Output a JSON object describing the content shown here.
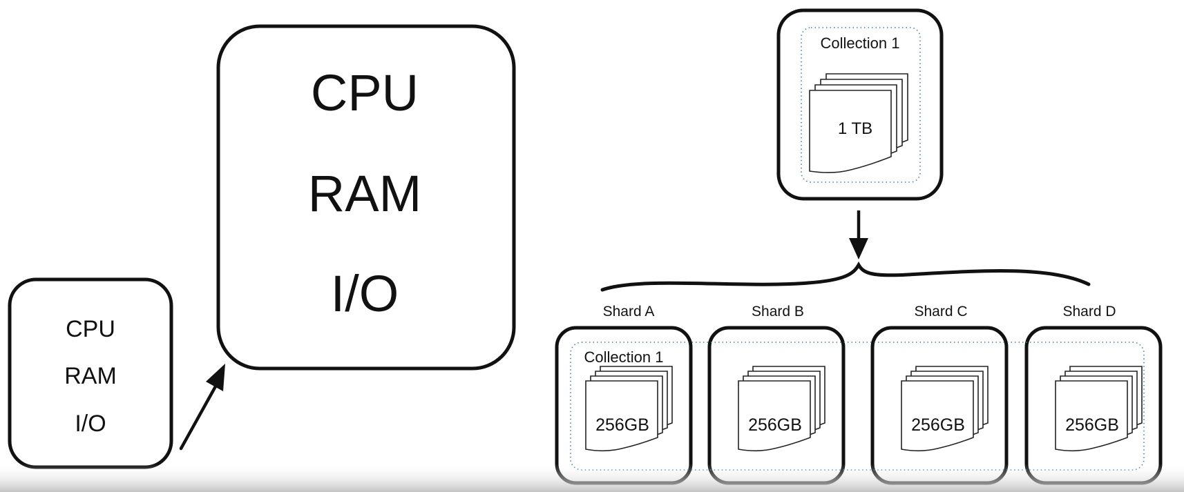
{
  "small_server": {
    "lines": [
      "CPU",
      "RAM",
      "I/O"
    ]
  },
  "large_server": {
    "lines": [
      "CPU",
      "RAM",
      "I/O"
    ]
  },
  "collection": {
    "title": "Collection 1",
    "size": "1 TB"
  },
  "shards": [
    {
      "label": "Shard A",
      "size": "256GB"
    },
    {
      "label": "Shard B",
      "size": "256GB"
    },
    {
      "label": "Shard C",
      "size": "256GB"
    },
    {
      "label": "Shard D",
      "size": "256GB"
    }
  ],
  "sharded_collection_title": "Collection 1"
}
